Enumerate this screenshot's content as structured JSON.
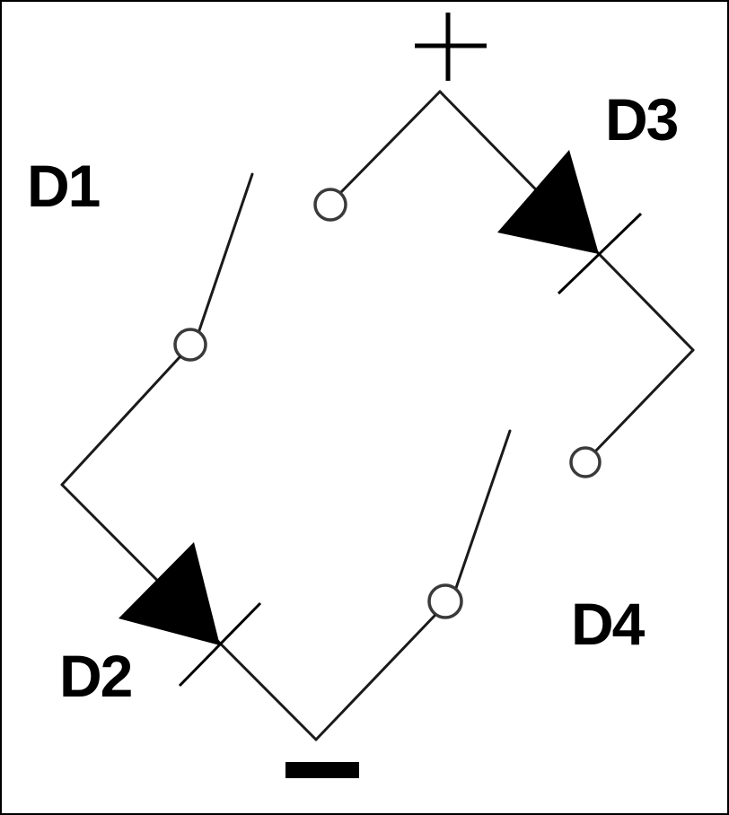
{
  "diagram": {
    "labels": {
      "d1": "D1",
      "d2": "D2",
      "d3": "D3",
      "d4": "D4"
    },
    "terminals": {
      "positive": "+",
      "negative": "−"
    }
  },
  "colors": {
    "line": "#1a1a1a",
    "fill": "#000000",
    "background": "#ffffff"
  }
}
